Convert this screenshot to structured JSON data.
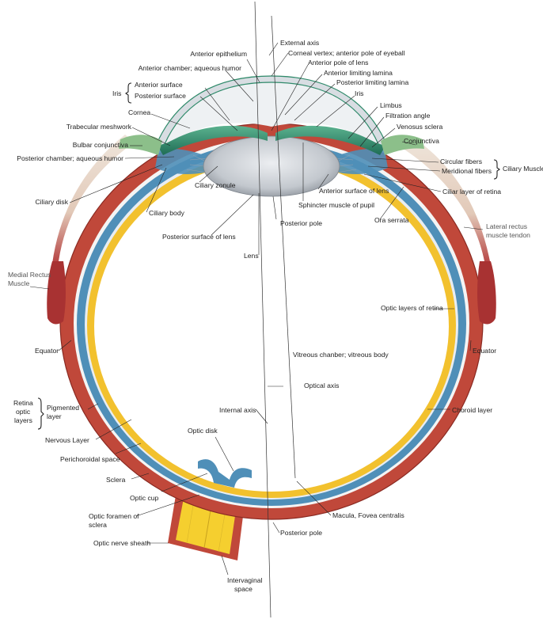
{
  "colors": {
    "sclera": "#c0483a",
    "sclera_dark": "#8a2a22",
    "choroid": "#4f8fb8",
    "retina": "#f2c12e",
    "lens": "#c8cdd3",
    "cornea": "#eef1f3",
    "iris": "#2f8a6a",
    "muscle": "#a83232",
    "tendon": "#eadfd2"
  },
  "labels": {
    "external_axis": "External axis",
    "corneal_vertex": "Corneal vertex; anterior pole of eyeball",
    "anterior_epithelium": "Anterior epithelium",
    "anterior_pole_lens": "Anterior pole of lens",
    "anterior_chamber": "Anterior chamber; aqueous humor",
    "anterior_limiting_lamina": "Anterior limiting lamina",
    "posterior_limiting_lamina": "Posterior limiting lamina",
    "iris_group": "Iris",
    "iris_anterior_surface": "Anterior surface",
    "iris_posterior_surface": "Posterior surface",
    "iris": "Iris",
    "limbus": "Limbus",
    "cornea": "Cornea",
    "filtration_angle": "Filtration angle",
    "trabecular_meshwork": "Trabecular meshwork",
    "venosus_sclera": "Venosus sclera",
    "bulbar_conjunctiva": "Bulbar conjunctiva",
    "conjunctiva": "Conjunctiva",
    "posterior_chamber": "Posterior chamber; aqueous humor",
    "circular_fibers": "Circular fibers",
    "meridional_fibers": "Meridional fibers",
    "ciliary_muscle": "Ciliary Muscle",
    "ciliary_disk": "Ciliary disk",
    "ciliary_zonule": "Ciliary zonule",
    "anterior_surface_lens": "Anterior surface of lens",
    "ciliar_layer_retina": "Ciliar layer of retina",
    "ciliary_body": "Ciliary body",
    "sphincter_muscle": "Sphincter muscle of pupil",
    "ora_serrata": "Ora serrata",
    "posterior_pole_lens_area": "Posterior pole",
    "posterior_surface_lens": "Posterior surface of lens",
    "lateral_rectus_1": "Lateral rectus",
    "lateral_rectus_2": "muscle tendon",
    "lens": "Lens",
    "medial_rectus_1": "Medial Rectus",
    "medial_rectus_2": "Muscle",
    "optic_layers_retina": "Optic layers of retina",
    "equator_left": "Equator",
    "equator_right": "Equator",
    "vitreous_chamber": "Vitreous chanber; vitreous body",
    "optical_axis": "Optical axis",
    "retina_group_1": "Retina",
    "retina_group_2": "optic",
    "retina_group_3": "layers",
    "pigmented_layer_1": "Pigmented",
    "pigmented_layer_2": "layer",
    "internal_axis": "Internal axis",
    "choroid_layer": "Choroid layer",
    "nervous_layer": "Nervous Layer",
    "optic_disk": "Optic disk",
    "perichoroidal_space": "Perichoroidal space",
    "sclera": "Sclera",
    "optic_cup": "Optic cup",
    "optic_foramen_1": "Optic foramen of",
    "optic_foramen_2": "sclera",
    "macula": "Macula, Fovea centralis",
    "posterior_pole": "Posterior pole",
    "optic_nerve_sheath": "Optic nerve sheath",
    "intervaginal_1": "Intervaginal",
    "intervaginal_2": "space"
  }
}
